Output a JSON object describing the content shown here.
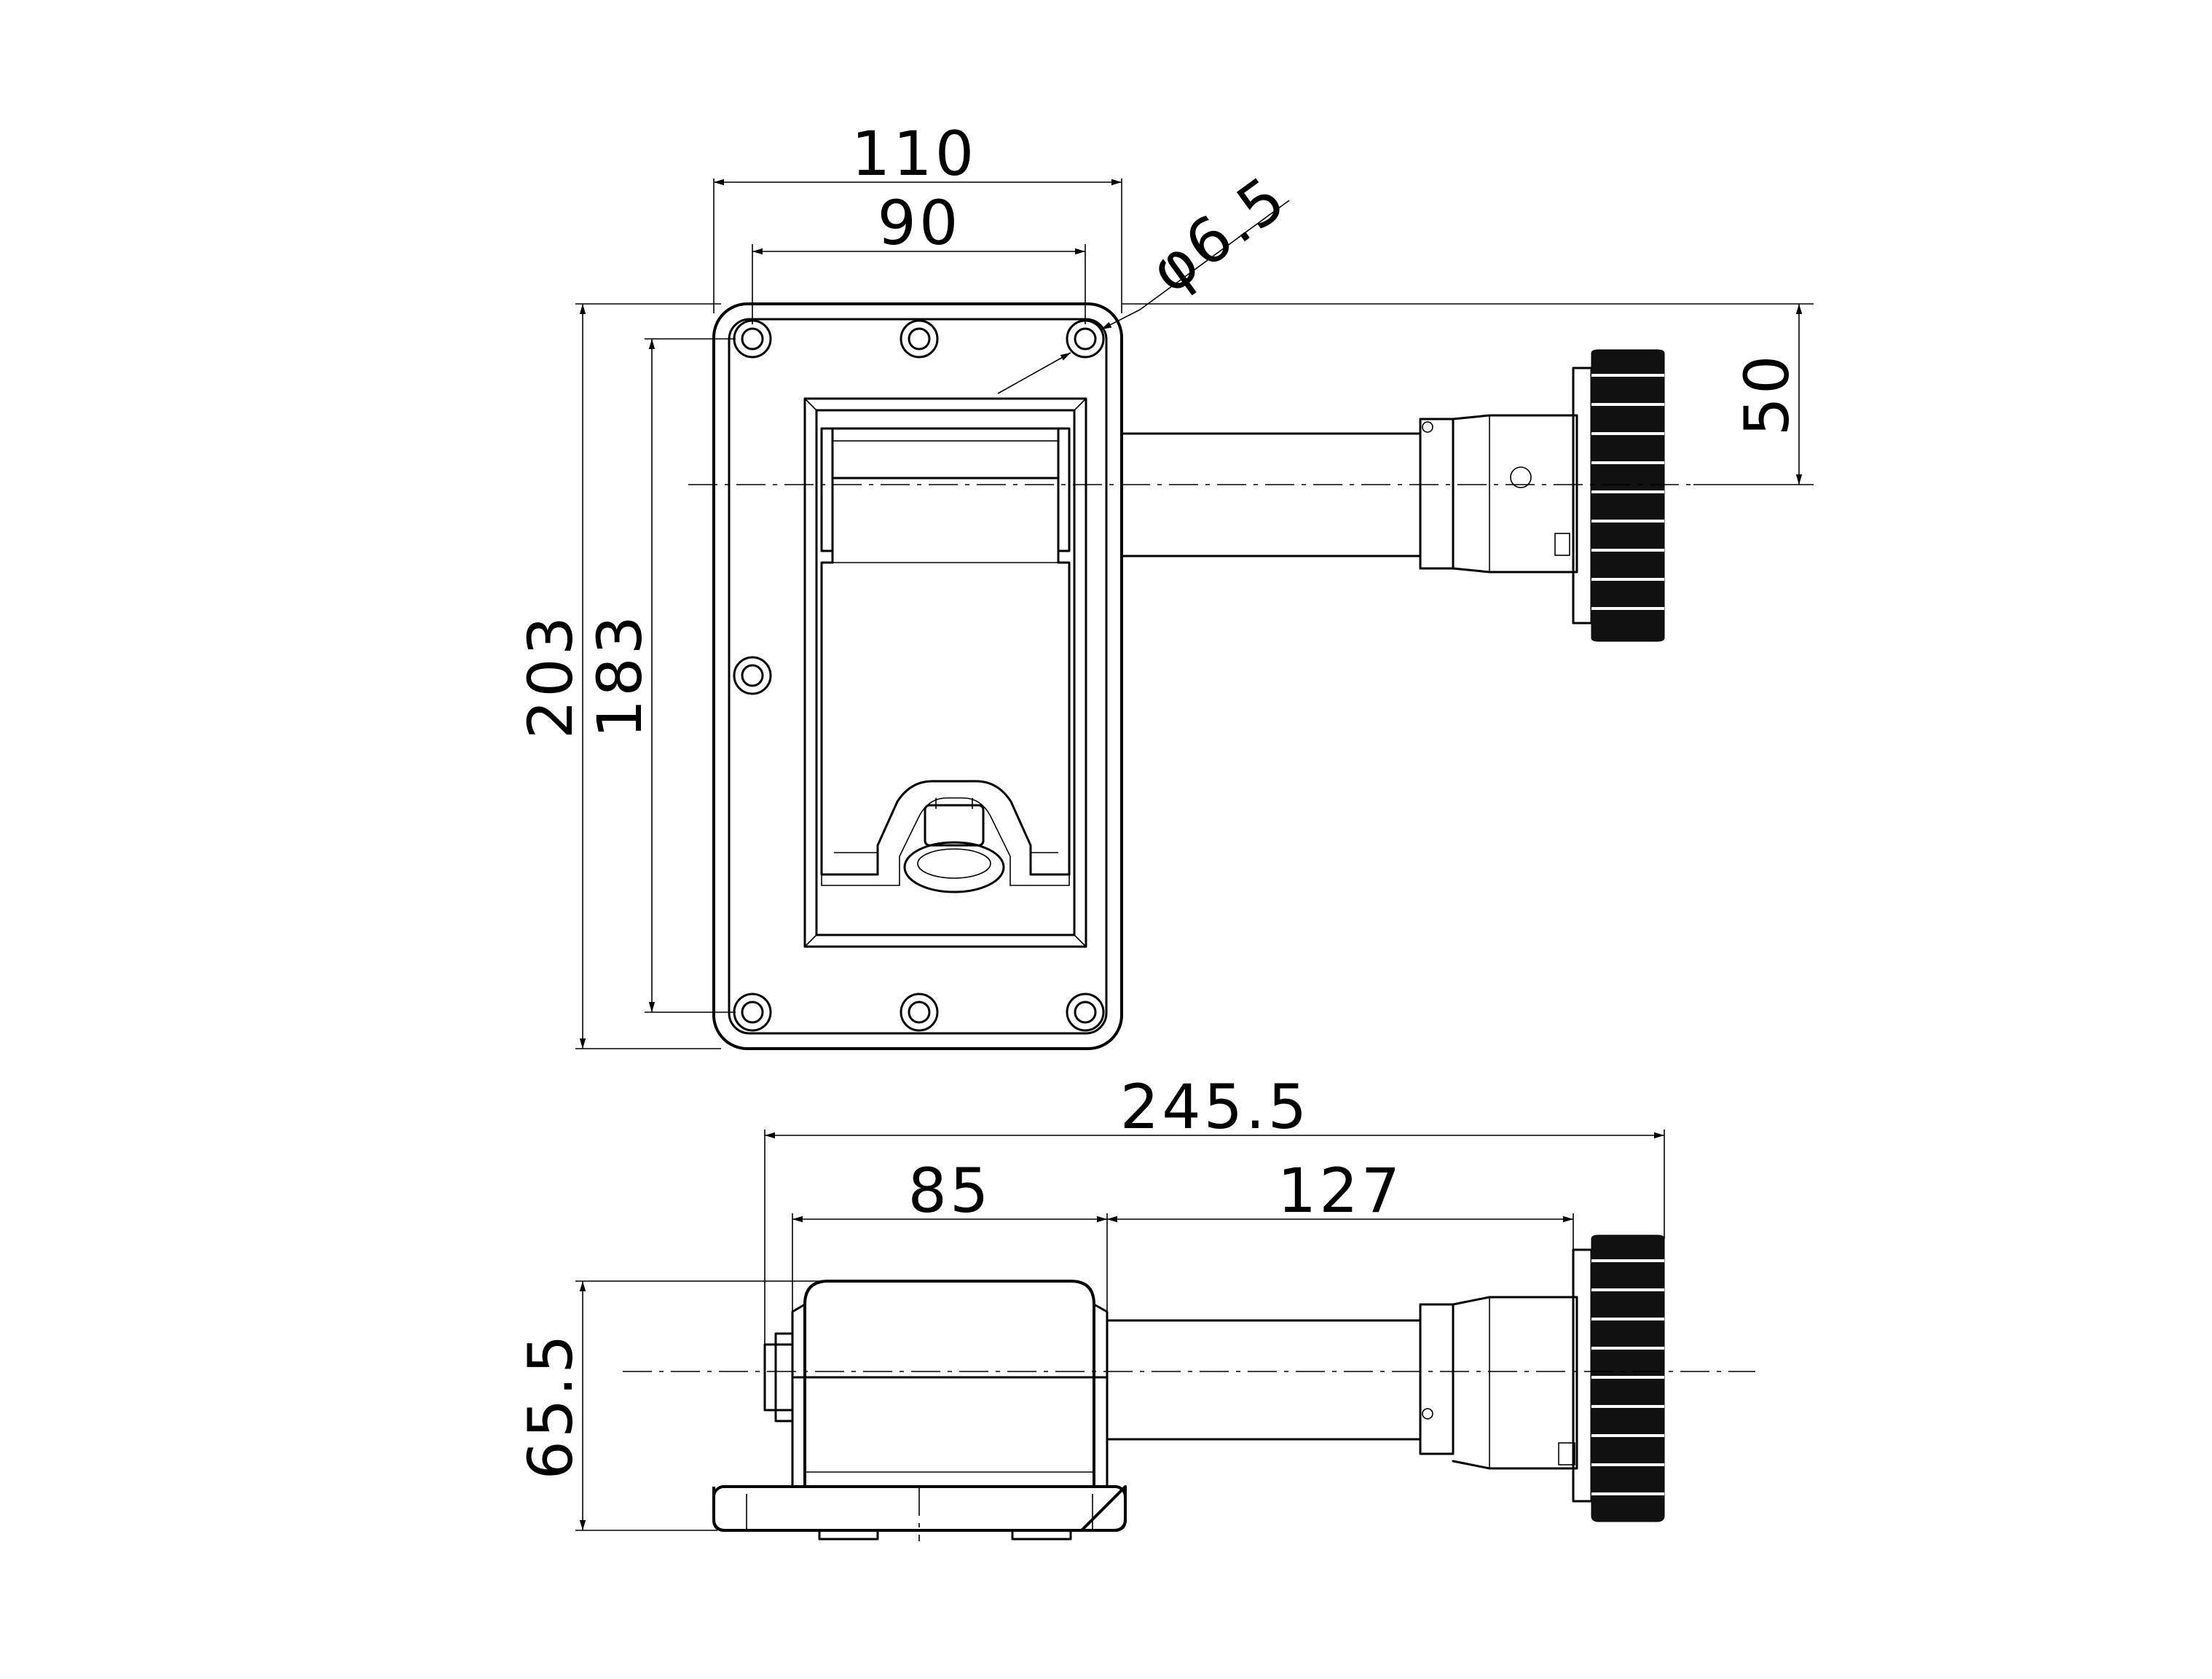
{
  "dimensions": {
    "width_outer": "110",
    "width_holes": "90",
    "hole_diameter": "φ6.5",
    "offset_center": "50",
    "height_outer": "203",
    "height_holes": "183",
    "total_length": "245.5",
    "body_length": "85",
    "shaft_length": "127",
    "body_height": "65.5"
  }
}
